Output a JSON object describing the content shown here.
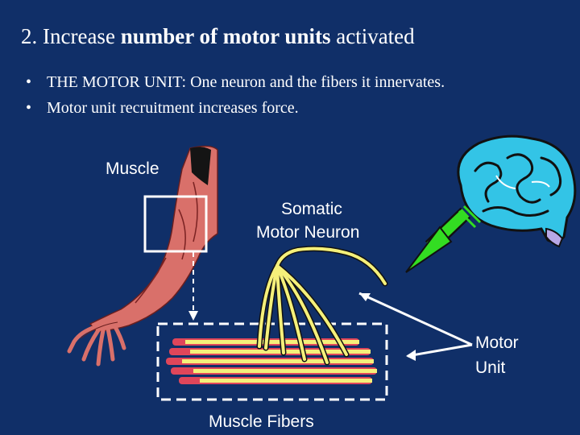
{
  "slide": {
    "title_prefix": "2. Increase ",
    "title_bold": "number of motor units",
    "title_suffix": " activated",
    "bullets": [
      {
        "marker": "•",
        "text": "THE MOTOR UNIT:  One neuron and the fibers it innervates."
      },
      {
        "marker": "•",
        "text": "Motor unit recruitment increases force."
      }
    ]
  },
  "diagram": {
    "labels": {
      "muscle": "Muscle",
      "somatic_line1": "Somatic",
      "somatic_line2": "Motor Neuron",
      "motor_line1": "Motor",
      "motor_line2": "Unit",
      "fibers": "Muscle Fibers"
    },
    "colors": {
      "background": "#102f68",
      "neuron": "#f5f07a",
      "arrow": "#33dd22",
      "brain": "#33c4e6",
      "muscle": "#d9706a",
      "fiber_fill": "#f5f07a",
      "fiber_edge": "#e0465a"
    }
  }
}
